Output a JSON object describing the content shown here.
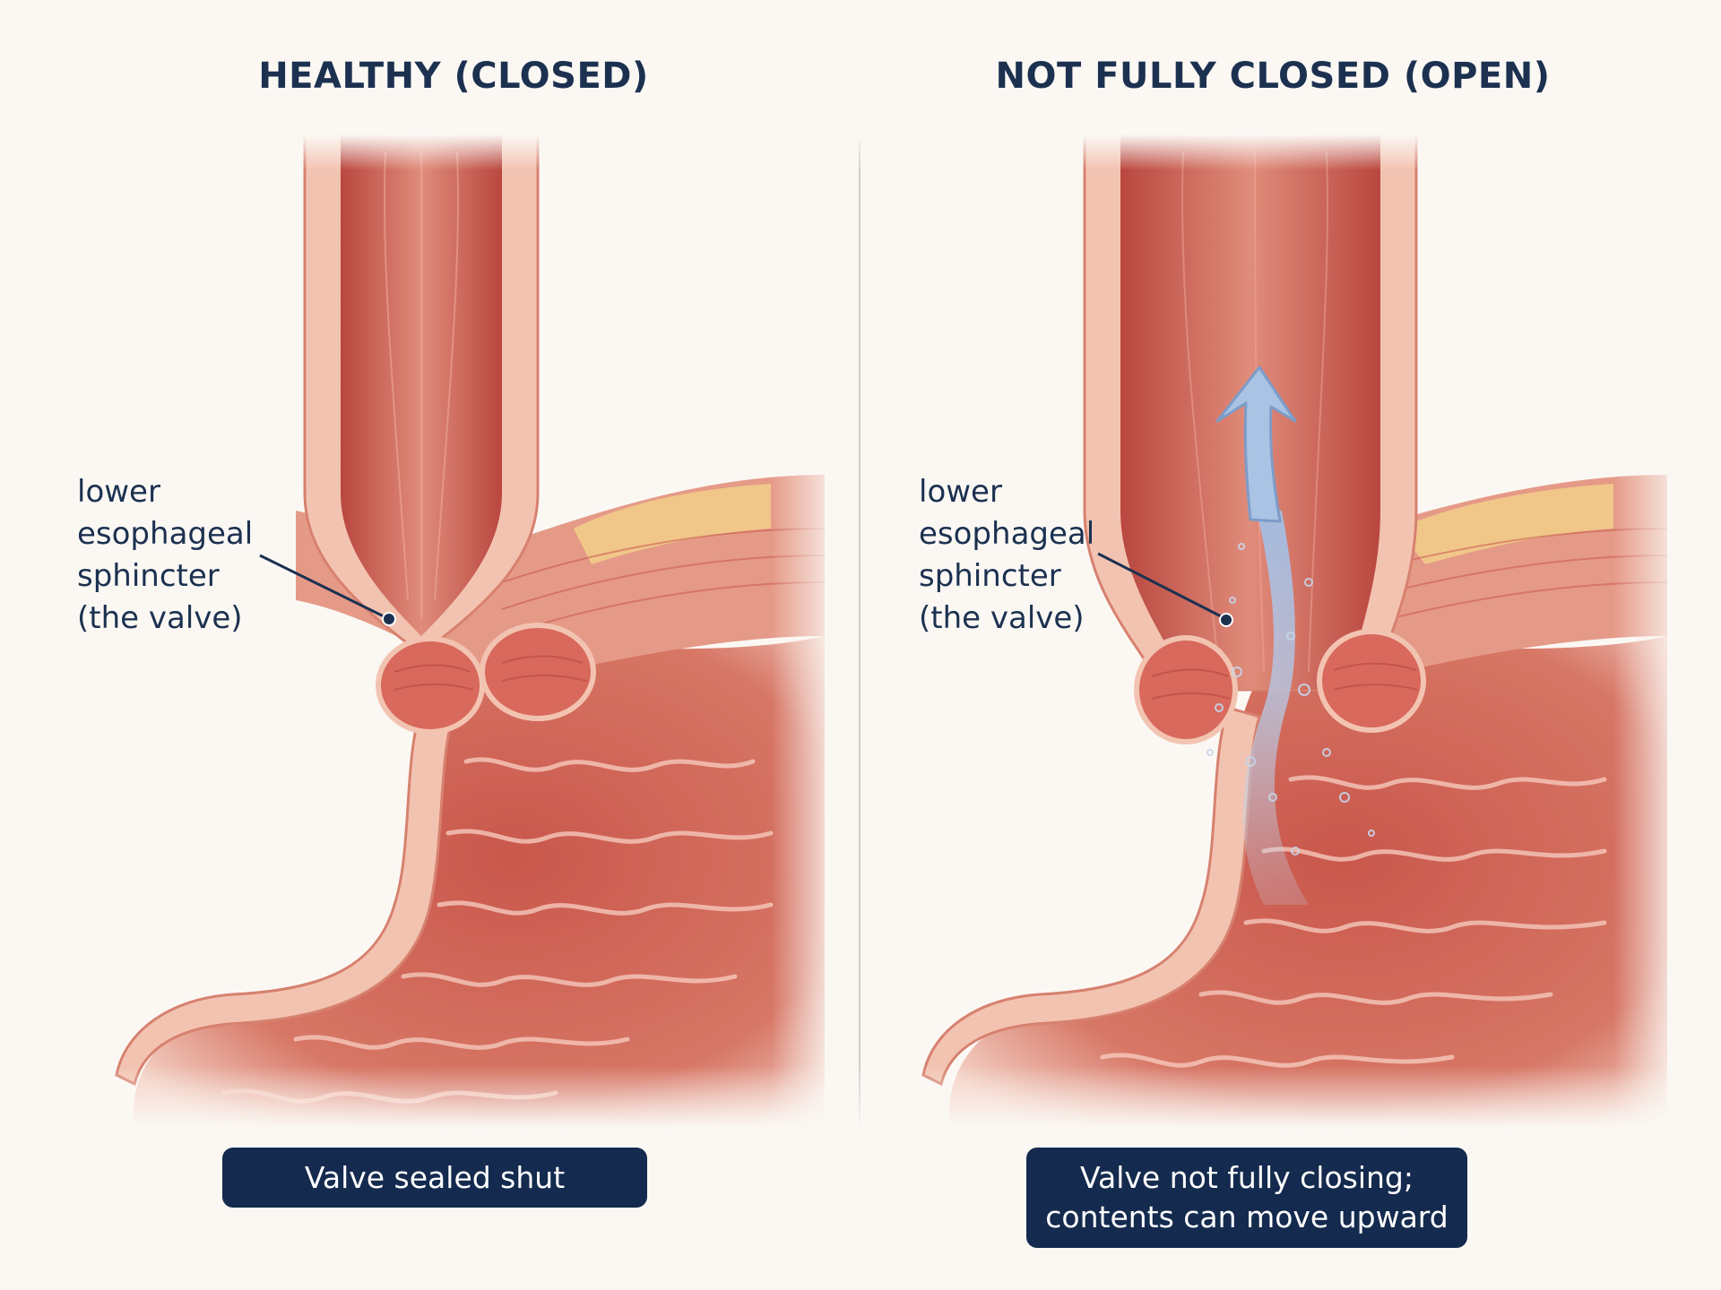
{
  "panels": [
    {
      "title": "HEALTHY (CLOSED)",
      "label_lines": [
        "lower",
        "esophageal",
        "sphincter",
        "(the valve)"
      ],
      "caption_lines": [
        "Valve sealed shut"
      ],
      "state": "closed"
    },
    {
      "title": "NOT FULLY CLOSED (OPEN)",
      "label_lines": [
        "lower",
        "esophageal",
        "sphincter",
        "(the valve)"
      ],
      "caption_lines": [
        "Valve not fully closing;",
        "contents can move upward"
      ],
      "state": "open"
    }
  ],
  "colors": {
    "title": "#1c3150",
    "caption_bg": "#142a4e",
    "tissue_dark": "#c4554b",
    "tissue_light": "#f1b8a5",
    "reflux_arrow": "#a9c3e4"
  },
  "icons": [
    "upward-arrow-icon"
  ]
}
